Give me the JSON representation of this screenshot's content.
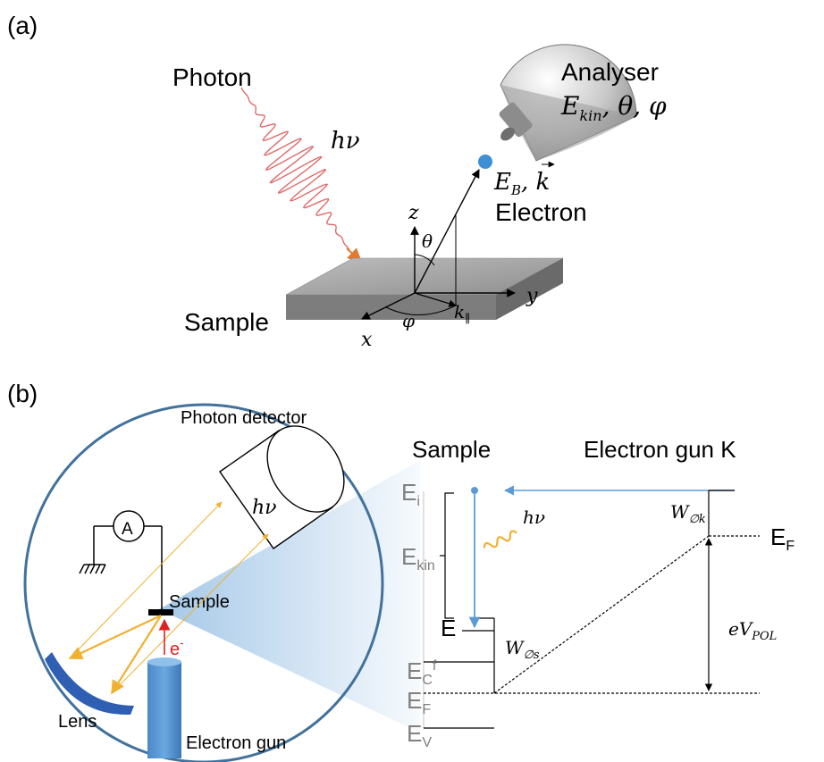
{
  "panel_a": {
    "label": "(a)",
    "photon": "Photon",
    "hv": "hν",
    "analyser": "Analyser",
    "analyser_params_ekin": "E",
    "analyser_params_ekin_sub": "kin",
    "analyser_params_rest": ", θ, φ",
    "eb": "E",
    "eb_sub": "B",
    "eb_k": ", k",
    "electron": "Electron",
    "axis_z": "z",
    "axis_x": "x",
    "axis_y": "y",
    "theta": "θ",
    "phi": "φ",
    "k_par": "k",
    "k_par_sub": "∥",
    "sample": "Sample"
  },
  "panel_b": {
    "label": "(b)",
    "photon_detector": "Photon detector",
    "detector_hv": "hν",
    "ammeter": "A",
    "sample": "Sample",
    "electron_symbol": "e",
    "electron_charge": "-",
    "lens": "Lens",
    "electron_gun": "Electron gun",
    "energy_sample_title": "Sample",
    "energy_gun_title": "Electron gun K",
    "ei": "E",
    "ei_sub": "i",
    "ekin": "E",
    "ekin_sub": "kin",
    "emission_hv": "hν",
    "e_final": "E",
    "w_s": "W",
    "w_s_sub": "∅s",
    "ec": "E",
    "ec_sub": "C",
    "ec_sup": "f",
    "ef": "E",
    "ef_sub": "F",
    "ev": "E",
    "ev_sub": "V",
    "w_k": "W",
    "w_k_sub": "∅k",
    "ef_gun": "E",
    "ef_gun_sub": "F",
    "evpol": "eV",
    "evpol_sub": "POL"
  },
  "colors": {
    "photon_wave": "#e06a6a",
    "electron_dot": "#3d8fd6",
    "chamber": "#41719c",
    "orange_rays": "#f0b030",
    "gun_blue": "#5b9bd5",
    "lens_blue": "#2f5fb3",
    "plate_grey": "#9a9a9a",
    "beam_arrow": "#5b9bd5"
  }
}
